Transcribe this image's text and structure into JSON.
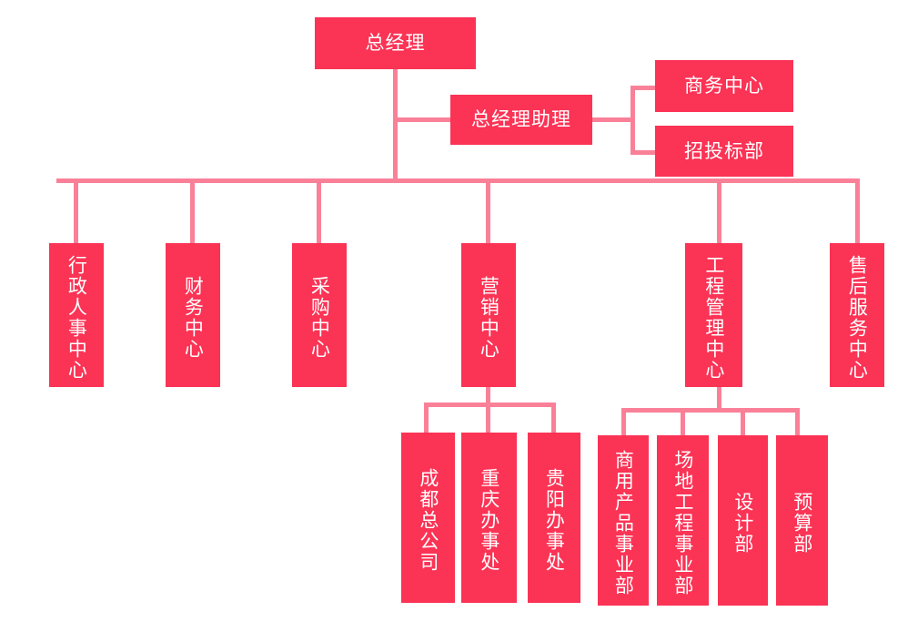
{
  "chart": {
    "title_node": "总经理",
    "background": "#ffffff",
    "node_color": "#fb3355",
    "line_color": "#fa8098",
    "text_color": "#ffffff",
    "nodes": {
      "gm": {
        "label": "总经理",
        "orientation": "horizontal"
      },
      "gm_assistant": {
        "label": "总经理助理",
        "orientation": "horizontal"
      },
      "business_center": {
        "label": "商务中心",
        "orientation": "horizontal"
      },
      "bidding_dept": {
        "label": "招投标部",
        "orientation": "horizontal"
      },
      "admin_hr_center": {
        "label": "行政人事中心",
        "orientation": "vertical"
      },
      "finance_center": {
        "label": "财务中心",
        "orientation": "vertical"
      },
      "purchasing_center": {
        "label": "采购中心",
        "orientation": "vertical"
      },
      "marketing_center": {
        "label": "营销中心",
        "orientation": "vertical"
      },
      "engineering_mgmt_center": {
        "label": "工程管理中心",
        "orientation": "vertical"
      },
      "aftersales_center": {
        "label": "售后服务中心",
        "orientation": "vertical"
      },
      "chengdu_hq": {
        "label": "成都总公司",
        "orientation": "vertical"
      },
      "chongqing_office": {
        "label": "重庆办事处",
        "orientation": "vertical"
      },
      "guiyang_office": {
        "label": "贵阳办事处",
        "orientation": "vertical"
      },
      "commercial_product_div": {
        "label": "商用产品事业部",
        "orientation": "vertical"
      },
      "site_engineering_div": {
        "label": "场地工程事业部",
        "orientation": "vertical"
      },
      "design_dept": {
        "label": "设计部",
        "orientation": "vertical"
      },
      "budget_dept": {
        "label": "预算部",
        "orientation": "vertical"
      }
    }
  }
}
